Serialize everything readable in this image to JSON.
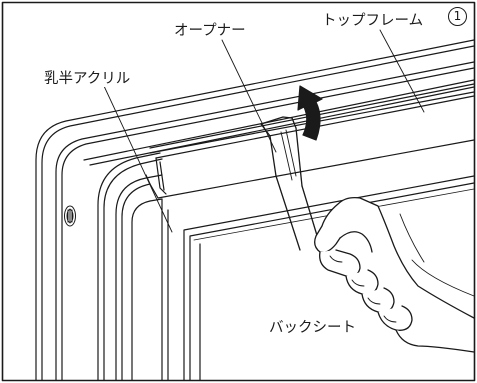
{
  "step_number": "1",
  "labels": {
    "opener": "オープナー",
    "top_frame": "トップフレーム",
    "milky_acrylic": "乳半アクリル",
    "back_sheet": "バックシート"
  }
}
